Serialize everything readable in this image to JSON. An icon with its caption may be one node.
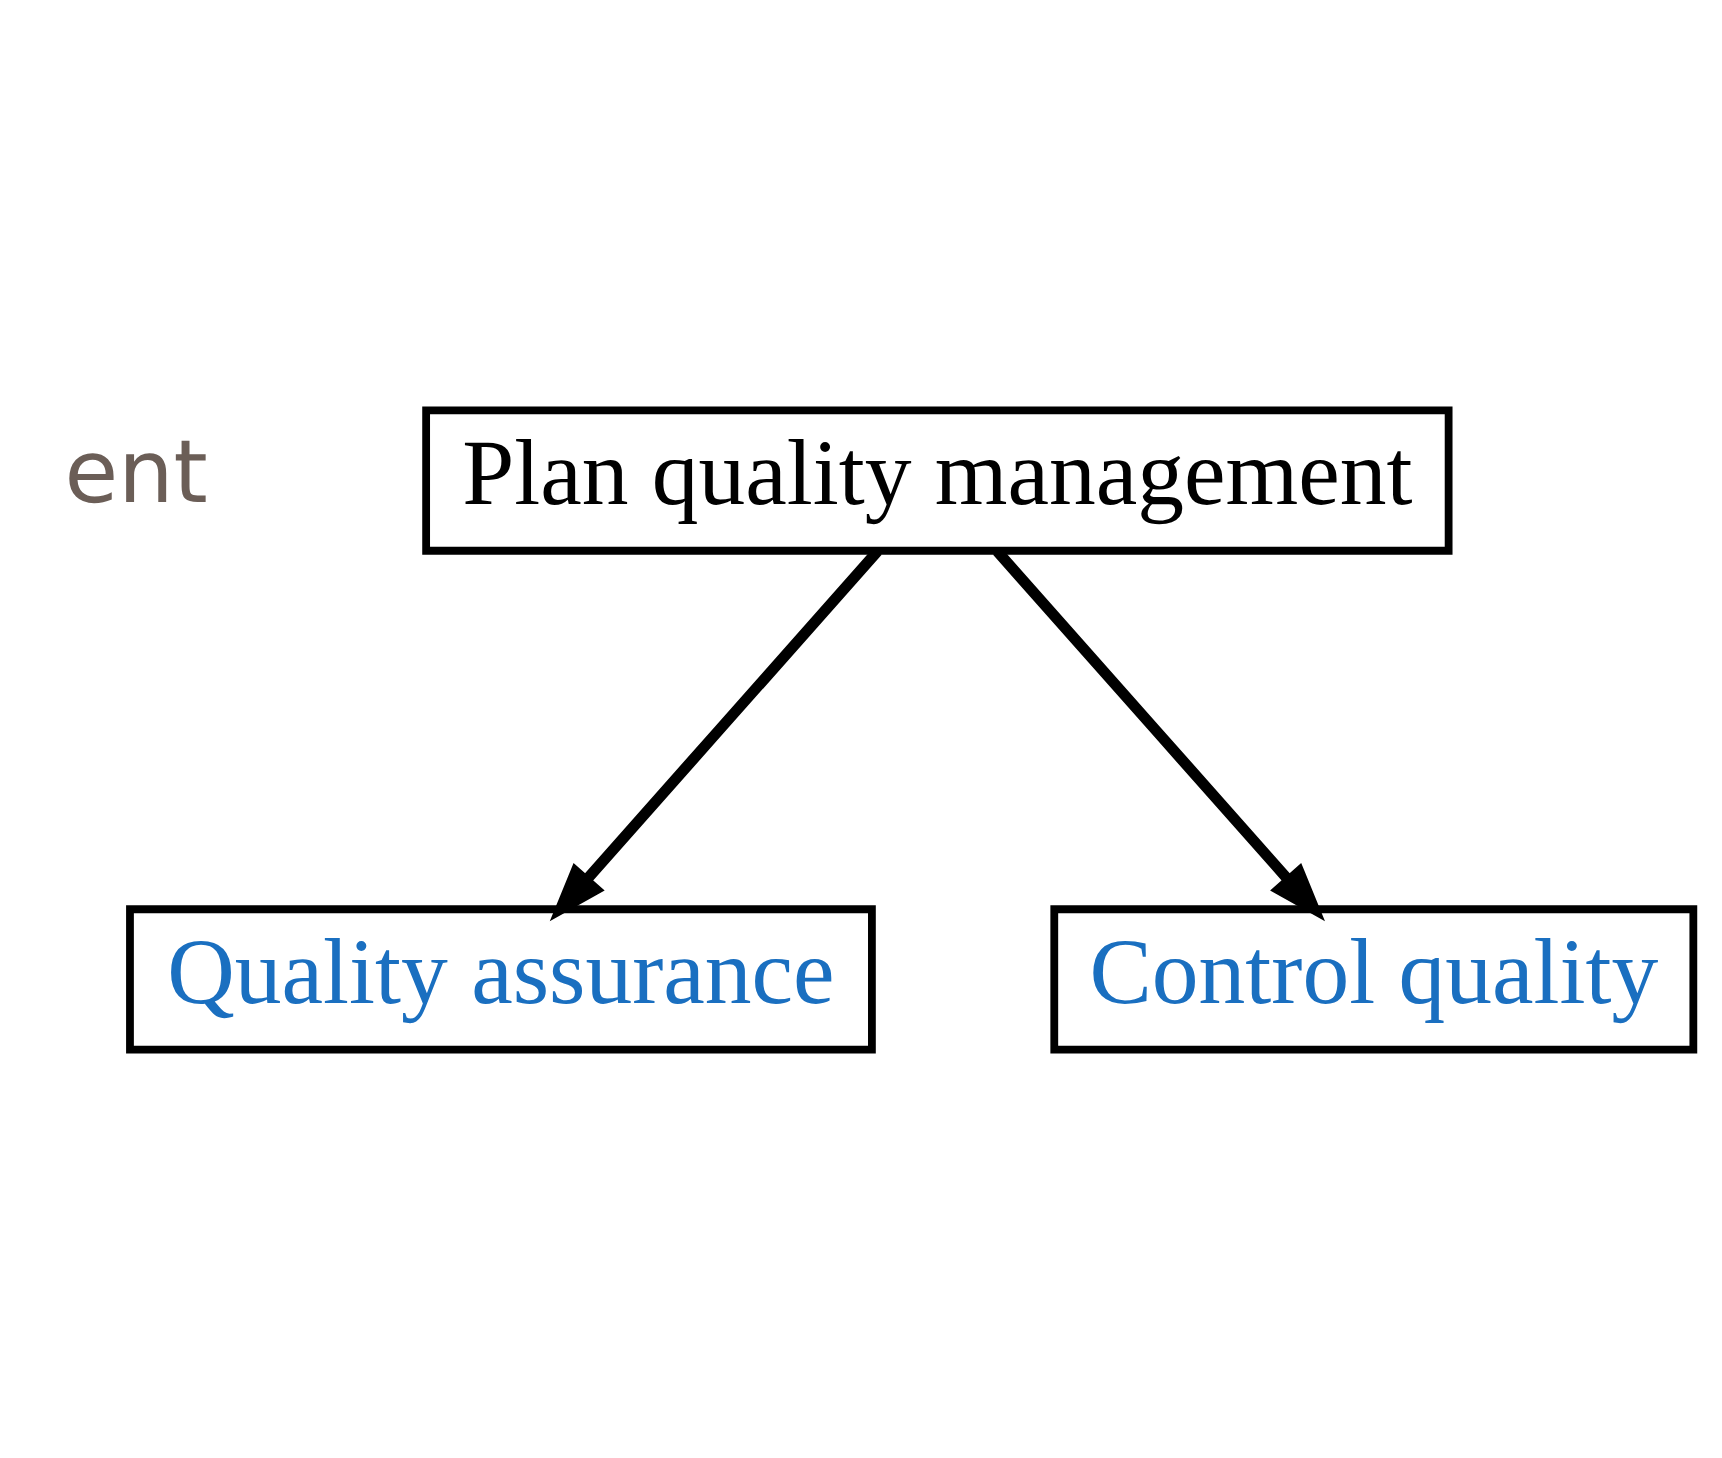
{
  "diagram": {
    "nodes": [
      {
        "text": [
          "Plan quality management"
        ]
      },
      {
        "text": [
          "Quality assurance"
        ]
      },
      {
        "text": [
          "Control quality"
        ]
      }
    ],
    "edges": [
      {
        "from": 0,
        "to": 1,
        "arrow": "to"
      },
      {
        "from": 0,
        "to": 2,
        "arrow": "to"
      }
    ],
    "labels": [
      "ent"
    ]
  }
}
